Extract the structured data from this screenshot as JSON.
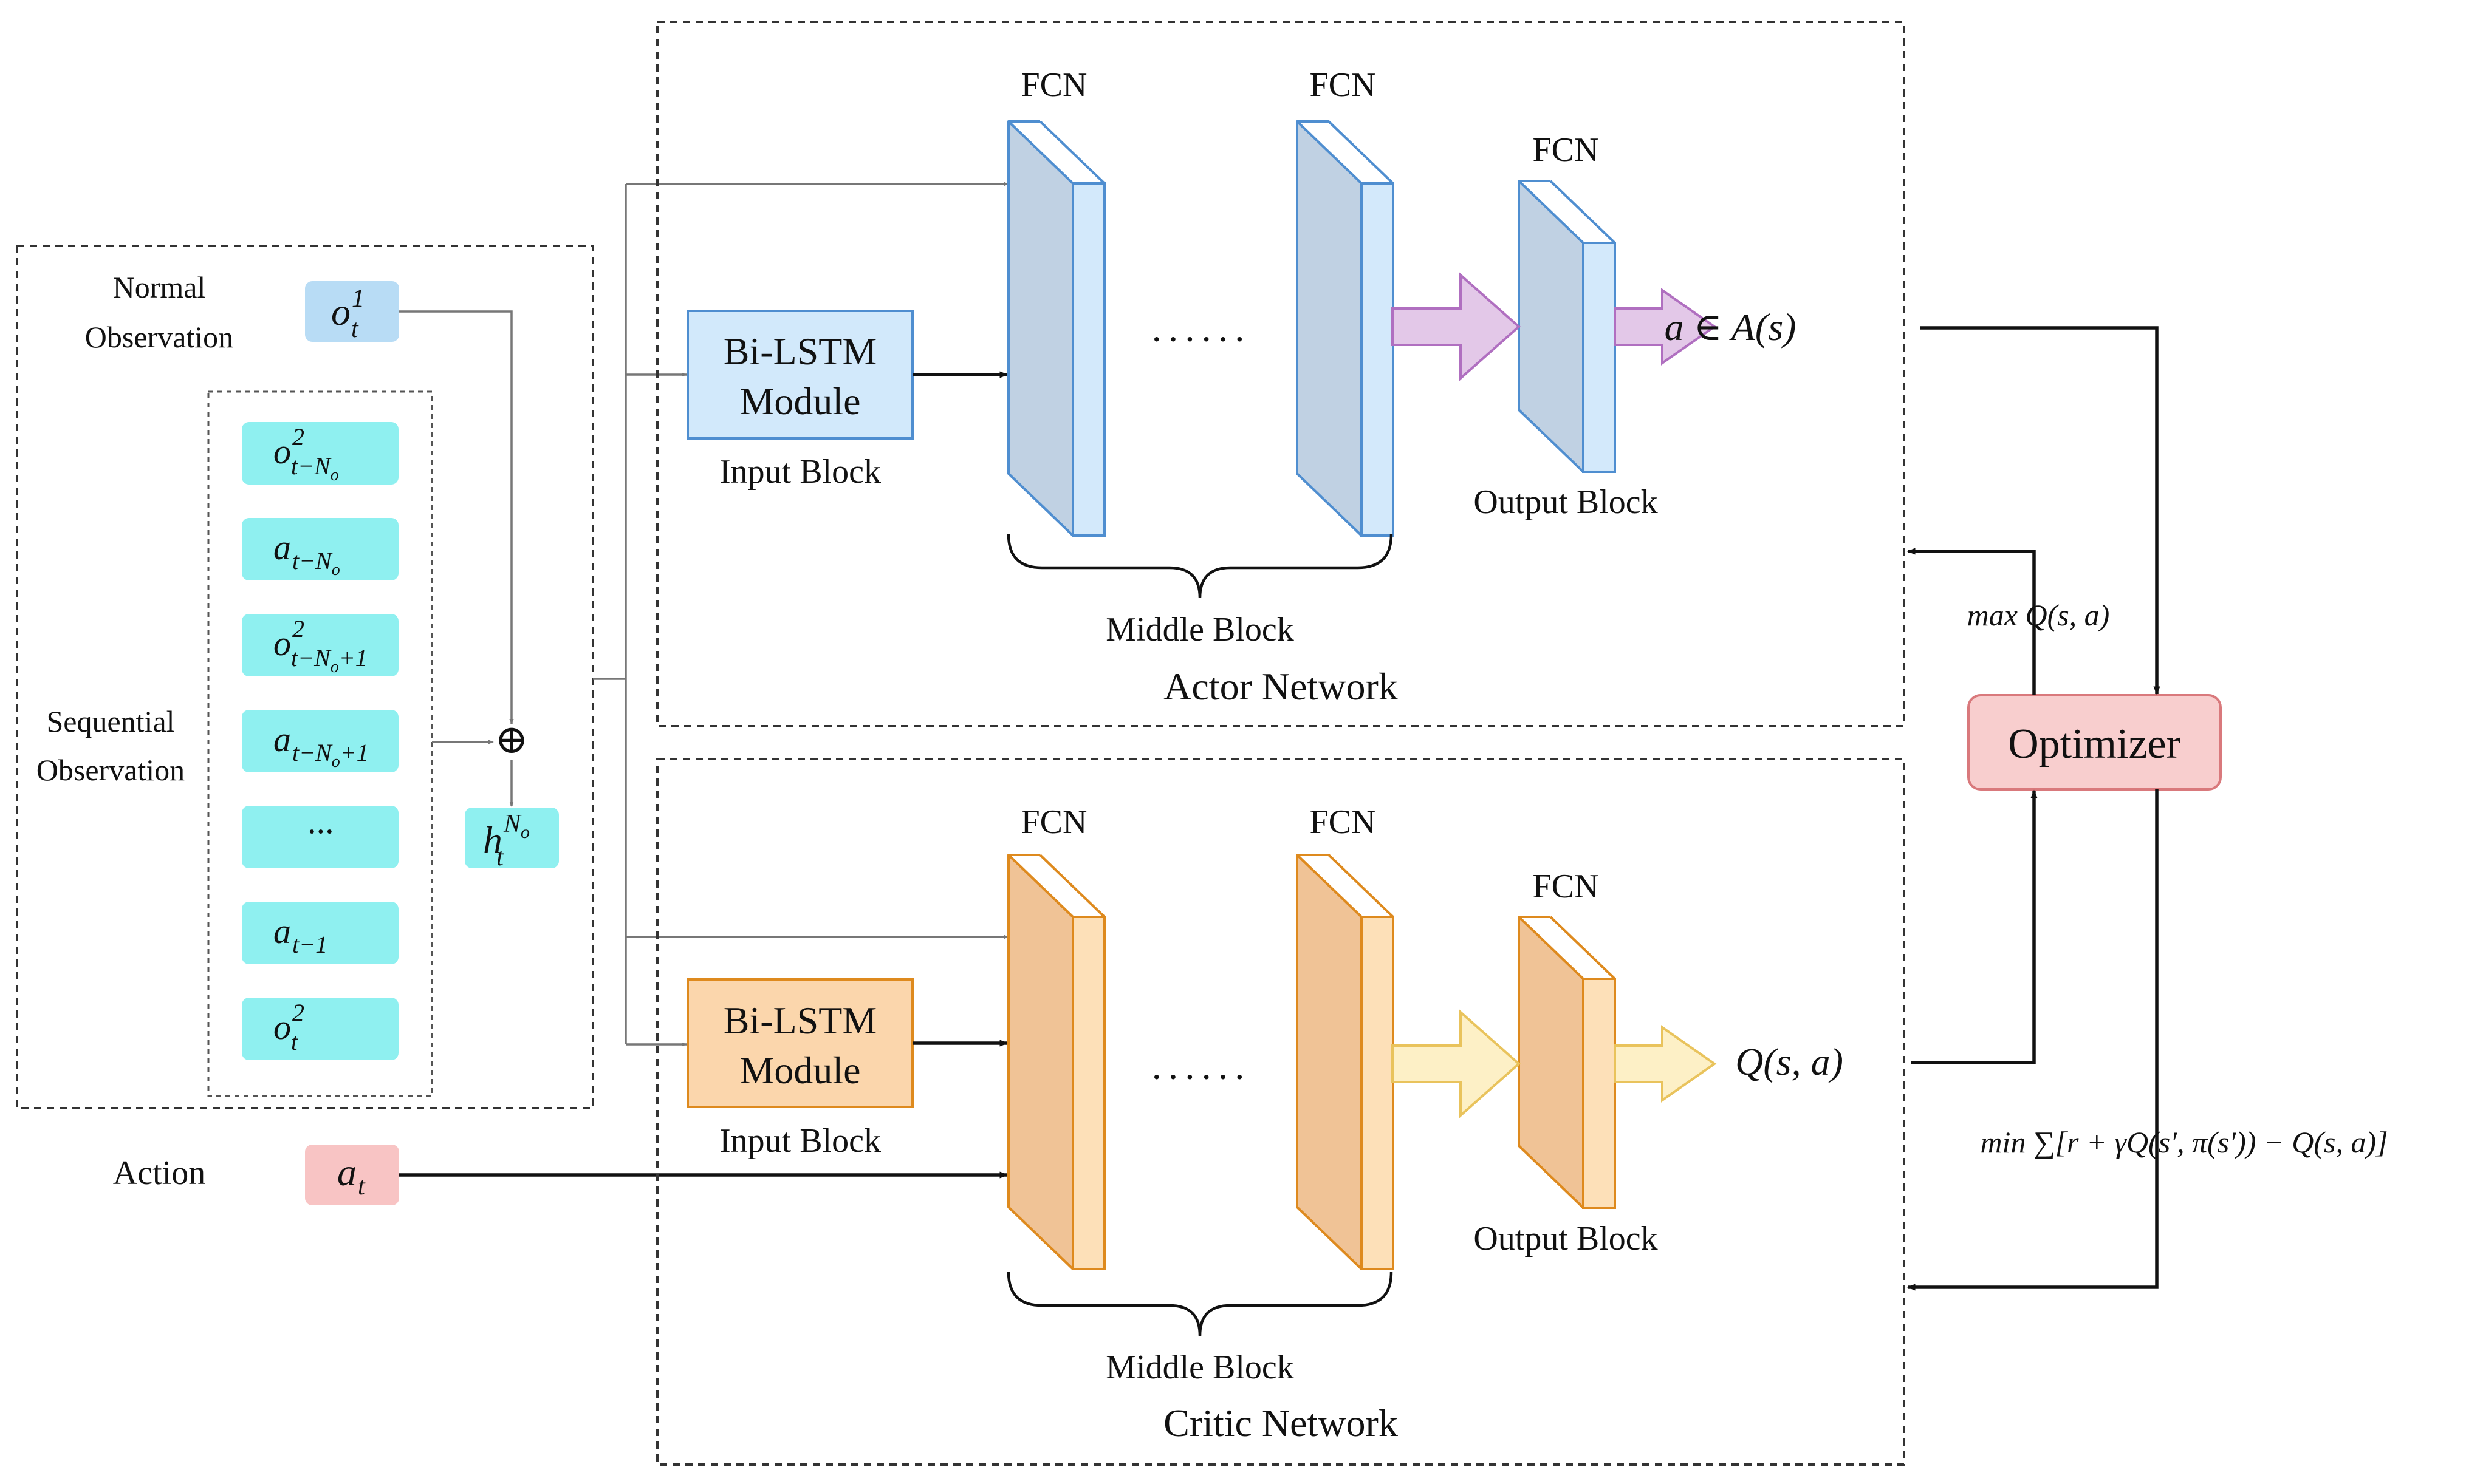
{
  "inputs": {
    "normal_observation_line1": "Normal",
    "normal_observation_line2": "Observation",
    "o_t1": "o",
    "o_t1_sub": "t",
    "o_t1_sup": "1",
    "sequential_observation_line1": "Sequential",
    "sequential_observation_line2": "Observation",
    "action_label": "Action",
    "a_t": "a",
    "a_t_sub": "t",
    "h_t": "h",
    "h_t_sub": "t",
    "h_t_sup": "N",
    "h_t_sup_sub": "o",
    "plus_symbol": "⊕",
    "sequence": [
      {
        "base": "o",
        "sup": "2",
        "sub": "t−N",
        "subsub": "o",
        "tail": ""
      },
      {
        "base": "a",
        "sup": "",
        "sub": "t−N",
        "subsub": "o",
        "tail": ""
      },
      {
        "base": "o",
        "sup": "2",
        "sub": "t−N",
        "subsub": "o",
        "tail": "+1"
      },
      {
        "base": "a",
        "sup": "",
        "sub": "t−N",
        "subsub": "o",
        "tail": "+1"
      },
      {
        "base": "···",
        "sup": "",
        "sub": "",
        "subsub": "",
        "tail": ""
      },
      {
        "base": "a",
        "sup": "",
        "sub": "t−1",
        "subsub": "",
        "tail": ""
      },
      {
        "base": "o",
        "sup": "2",
        "sub": "t",
        "subsub": "",
        "tail": ""
      }
    ]
  },
  "actor": {
    "title": "Actor Network",
    "bilstm_line1": "Bi-LSTM",
    "bilstm_line2": "Module",
    "input_block": "Input Block",
    "fcn_1": "FCN",
    "fcn_2": "FCN",
    "fcn_out": "FCN",
    "dots": "······",
    "middle_block": "Middle Block",
    "output_block": "Output Block",
    "output_formula": "a ∈ A(s)"
  },
  "critic": {
    "title": "Critic Network",
    "bilstm_line1": "Bi-LSTM",
    "bilstm_line2": "Module",
    "input_block": "Input Block",
    "fcn_1": "FCN",
    "fcn_2": "FCN",
    "fcn_out": "FCN",
    "dots": "······",
    "middle_block": "Middle Block",
    "output_block": "Output Block",
    "output_formula": "Q(s, a)"
  },
  "optimizer": {
    "label": "Optimizer",
    "actor_objective": "max Q(s, a)",
    "critic_objective": "min ∑[r + γQ(s′, π(s′)) − Q(s, a)]"
  },
  "colors": {
    "actor_front": "#c0d1e3",
    "actor_side": "#d3e9fb",
    "actor_stroke": "#4f8ed0",
    "critic_front": "#f0c396",
    "critic_side": "#fde0b8",
    "critic_stroke": "#de8a1e",
    "actor_arrow": "#e3c8e8",
    "actor_arrow_stroke": "#b06fc0",
    "critic_arrow": "#fdf0c6",
    "critic_arrow_stroke": "#e9c35c",
    "optimizer_fill": "#f8cece",
    "optimizer_stroke": "#d9797c"
  }
}
